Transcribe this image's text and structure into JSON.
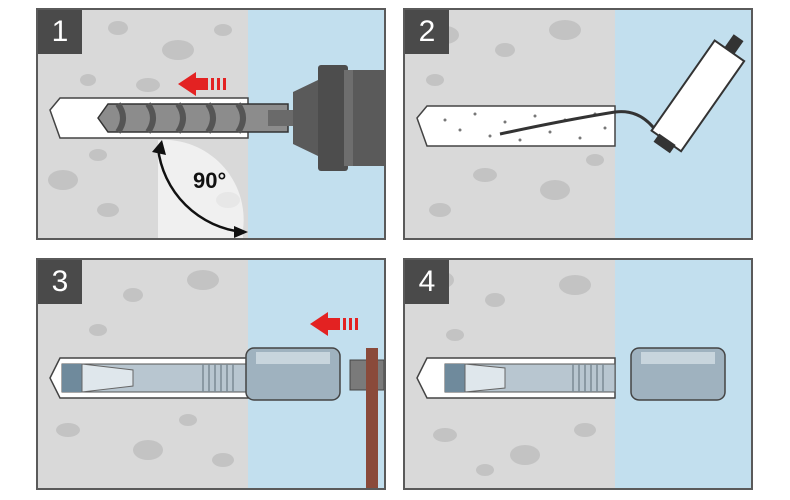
{
  "panels": [
    {
      "step": "1",
      "angle_label": "90°"
    },
    {
      "step": "2"
    },
    {
      "step": "3"
    },
    {
      "step": "4"
    }
  ],
  "colors": {
    "concrete": "#d9d9d9",
    "wall_face": "#c2dfee",
    "hole": "#ffffff",
    "arrow": "#e32222",
    "badge": "#4a4a4a",
    "steel": "#b8c6d0",
    "drill_body": "#4d4d4d",
    "hammer_handle": "#8a4a3a"
  }
}
